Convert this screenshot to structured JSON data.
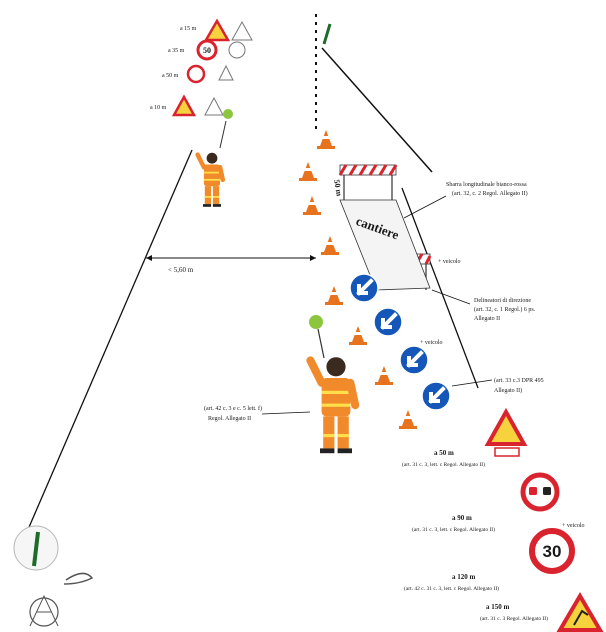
{
  "top_sequence": [
    {
      "distance": "a 15 m",
      "sign": "road-works"
    },
    {
      "distance": "a 35 m",
      "sign": "speed-limit",
      "speed": "50"
    },
    {
      "distance": "a 50 m",
      "sign": "no-overtaking"
    },
    {
      "distance": "a 10 m",
      "sign": "road-works"
    }
  ],
  "labels": {
    "distance_marker": "50 m",
    "cantiere": "cantiere",
    "width_dimension": "< 5,60 m",
    "barrier_note_line1": "Sbarra longitudinale bianco-rossa",
    "barrier_note_line2": "(art. 32, c. 2 Regol. Allegato II)",
    "direction_note_line1": "Delineatori di direzione",
    "direction_note_line2": "(art. 32, c. 1 Regol.) 6 ps.",
    "direction_note_line3": "Allegato II",
    "cone_note_line1": "(art. 33 c.3 DPR 495",
    "cone_note_line2": "Allegato II)",
    "flagman_note_line1": "(art. 42 c. 3 e c. 5 lett. f)",
    "flagman_note_line2": "Regol. Allegato II",
    "sign1_distance": "a 50 m",
    "sign1_ref": "(art. 31 c. 3, lett. c Regol. Allegato II)",
    "sign2_distance": "a 90 m",
    "sign2_ref": "(art. 31 c. 3, lett. c Regol. Allegato II)",
    "sign3_distance": "a 120 m",
    "sign3_ref": "(art. 42 c. 31 c. 3, lett. c Regol. Allegato II)",
    "sign4_distance": "a 150 m",
    "sign4_ref": "(art. 31 c. 3 Regol. Allegato II)",
    "veicolo_1": "+ veicolo",
    "veicolo_2": "+ veicolo",
    "veicolo_3": "+ veicolo",
    "speed_value": "30"
  },
  "colors": {
    "cone_orange": "#e8731e",
    "worker_orange": "#f08a2a",
    "sign_red": "#d9232e",
    "sign_blue": "#1557b8",
    "sign_yellow": "#f6d33c",
    "paddle_green": "#8cc63f"
  }
}
